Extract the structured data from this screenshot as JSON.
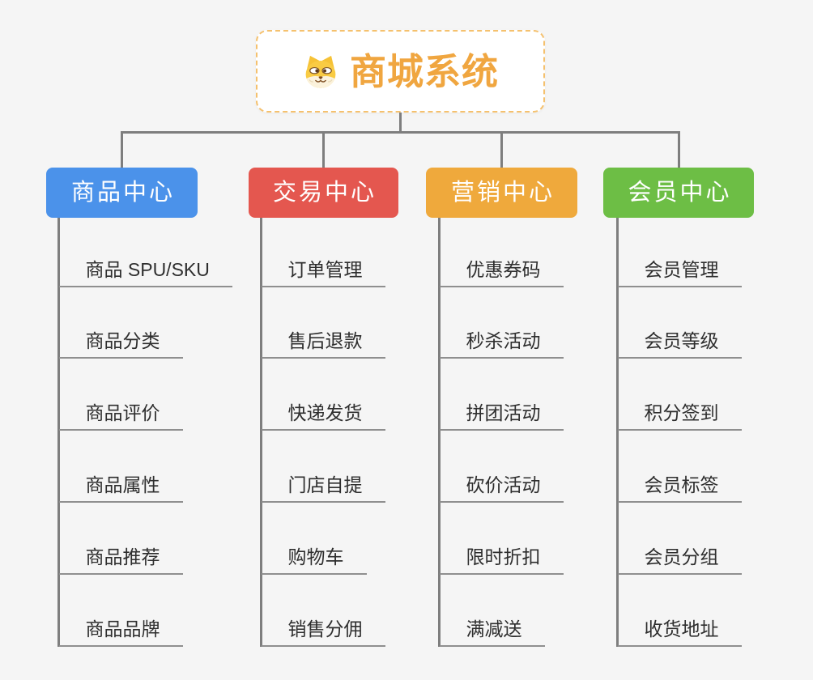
{
  "root": {
    "title": "商城系统",
    "icon": "dog-face"
  },
  "branches": [
    {
      "id": "product-center",
      "label": "商品中心",
      "color": "#4B92EA",
      "items": [
        "商品 SPU/SKU",
        "商品分类",
        "商品评价",
        "商品属性",
        "商品推荐",
        "商品品牌"
      ]
    },
    {
      "id": "trade-center",
      "label": "交易中心",
      "color": "#E4574F",
      "items": [
        "订单管理",
        "售后退款",
        "快递发货",
        "门店自提",
        "购物车",
        "销售分佣"
      ]
    },
    {
      "id": "marketing-center",
      "label": "营销中心",
      "color": "#EFA93C",
      "items": [
        "优惠券码",
        "秒杀活动",
        "拼团活动",
        "砍价活动",
        "限时折扣",
        "满减送"
      ]
    },
    {
      "id": "member-center",
      "label": "会员中心",
      "color": "#6DBE45",
      "items": [
        "会员管理",
        "会员等级",
        "积分签到",
        "会员标签",
        "会员分组",
        "收货地址"
      ]
    }
  ],
  "colors": {
    "background": "#F5F5F5",
    "root_text": "#F0A640",
    "root_border": "#F5C16E",
    "connector": "#7E7E7E",
    "underline": "#8F8F8F",
    "item_text": "#2E2E2E",
    "header_text": "#FFFFFF"
  }
}
